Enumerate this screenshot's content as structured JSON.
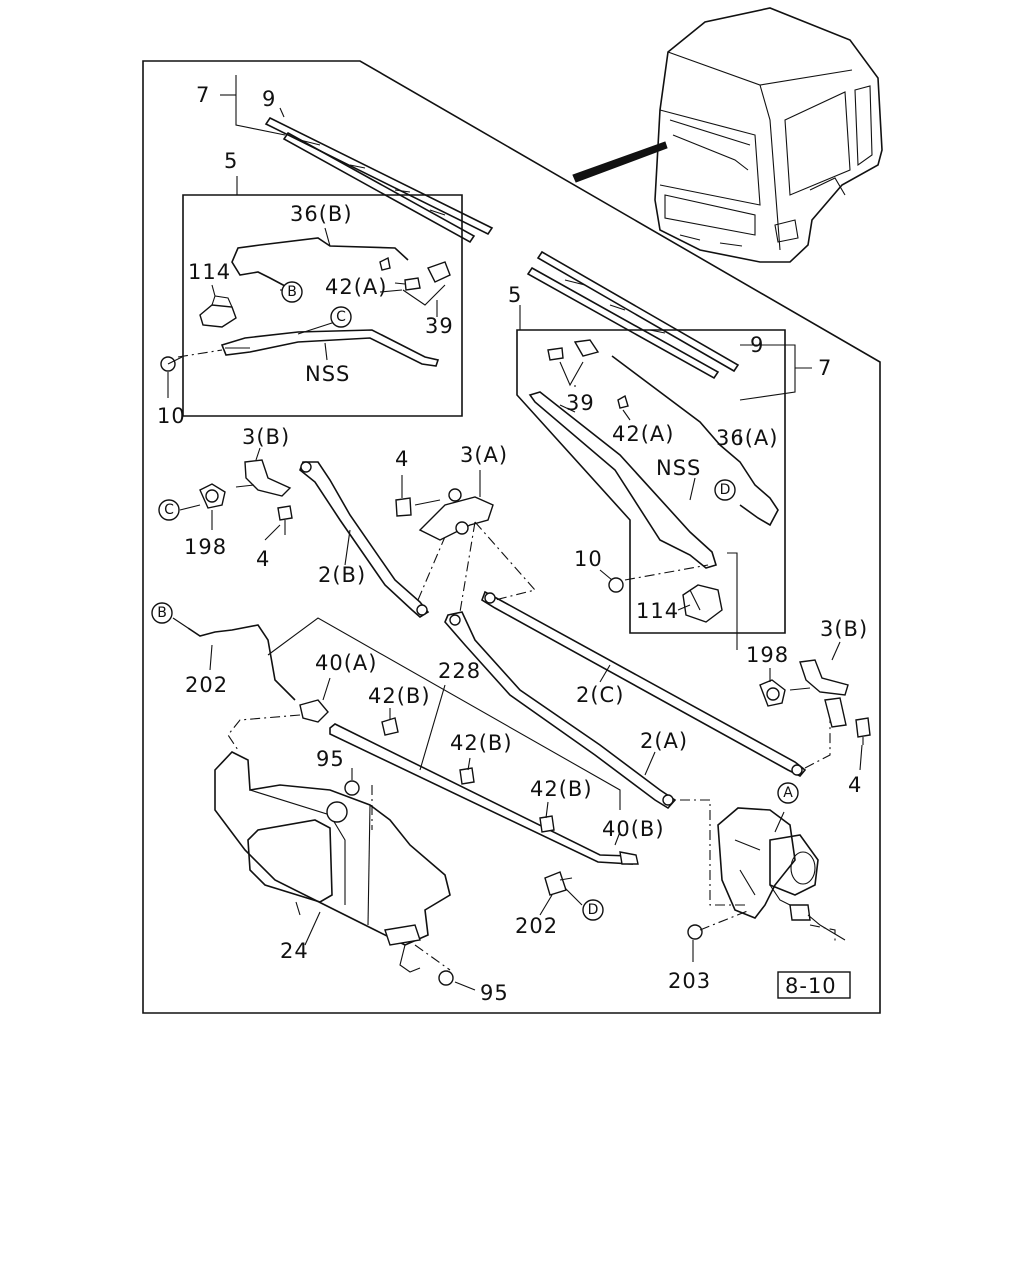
{
  "labels": {
    "l7_top": "7",
    "l9_top": "9",
    "l5_top": "5",
    "l36b": "36(B)",
    "l114_top": "114",
    "l42a_top": "42(A)",
    "l39_top": "39",
    "lnss_top": "NSS",
    "l10_top": "10",
    "l5_right": "5",
    "l9_right": "9",
    "l7_right": "7",
    "l39_right": "39",
    "l42a_right": "42(A)",
    "l36a": "36(A)",
    "lnss_right": "NSS",
    "l10_right": "10",
    "l114_right": "114",
    "l3b_left": "3(B)",
    "l198_left": "198",
    "l4_left": "4",
    "l2b": "2(B)",
    "l4_mid": "4",
    "l3a": "3(A)",
    "l202_left": "202",
    "l40a": "40(A)",
    "l228": "228",
    "l42b_1": "42(B)",
    "l42b_2": "42(B)",
    "l42b_3": "42(B)",
    "l2c": "2(C)",
    "l2a": "2(A)",
    "l198_right": "198",
    "l3b_right": "3(B)",
    "l4_right": "4",
    "l95_top": "95",
    "l40b": "40(B)",
    "l202_bottom": "202",
    "l24": "24",
    "l95_bottom": "95",
    "l203": "203",
    "ref": "8-10"
  },
  "markers": {
    "b_top": "B",
    "c_top": "C",
    "d_right": "D",
    "c_left": "C",
    "b_left": "B",
    "a_motor": "A",
    "d_bottom": "D"
  }
}
